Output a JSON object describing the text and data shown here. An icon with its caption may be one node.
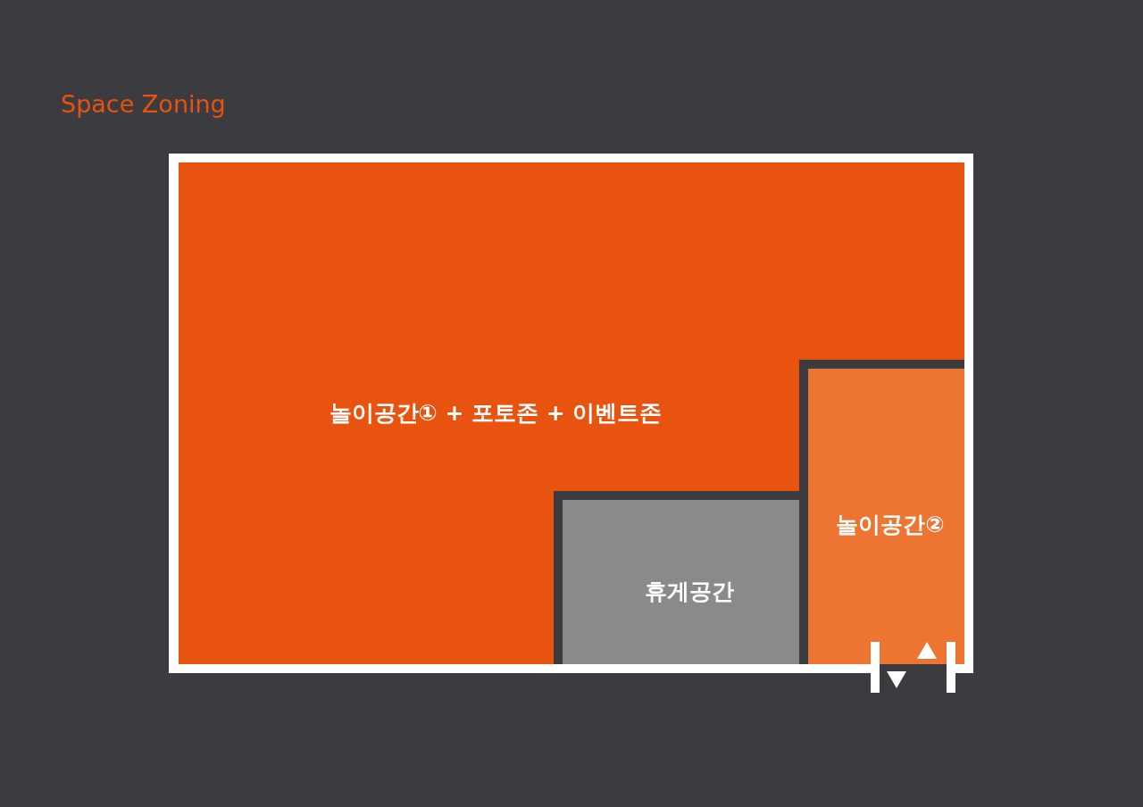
{
  "diagram": {
    "title": "Space Zoning",
    "nodes": [
      {
        "text": [
          "놀이공간① + 포토존 + 이벤트존"
        ]
      },
      {
        "text": [
          "휴게공간"
        ]
      },
      {
        "text": [
          "놀이공간②"
        ]
      }
    ],
    "edges": []
  }
}
